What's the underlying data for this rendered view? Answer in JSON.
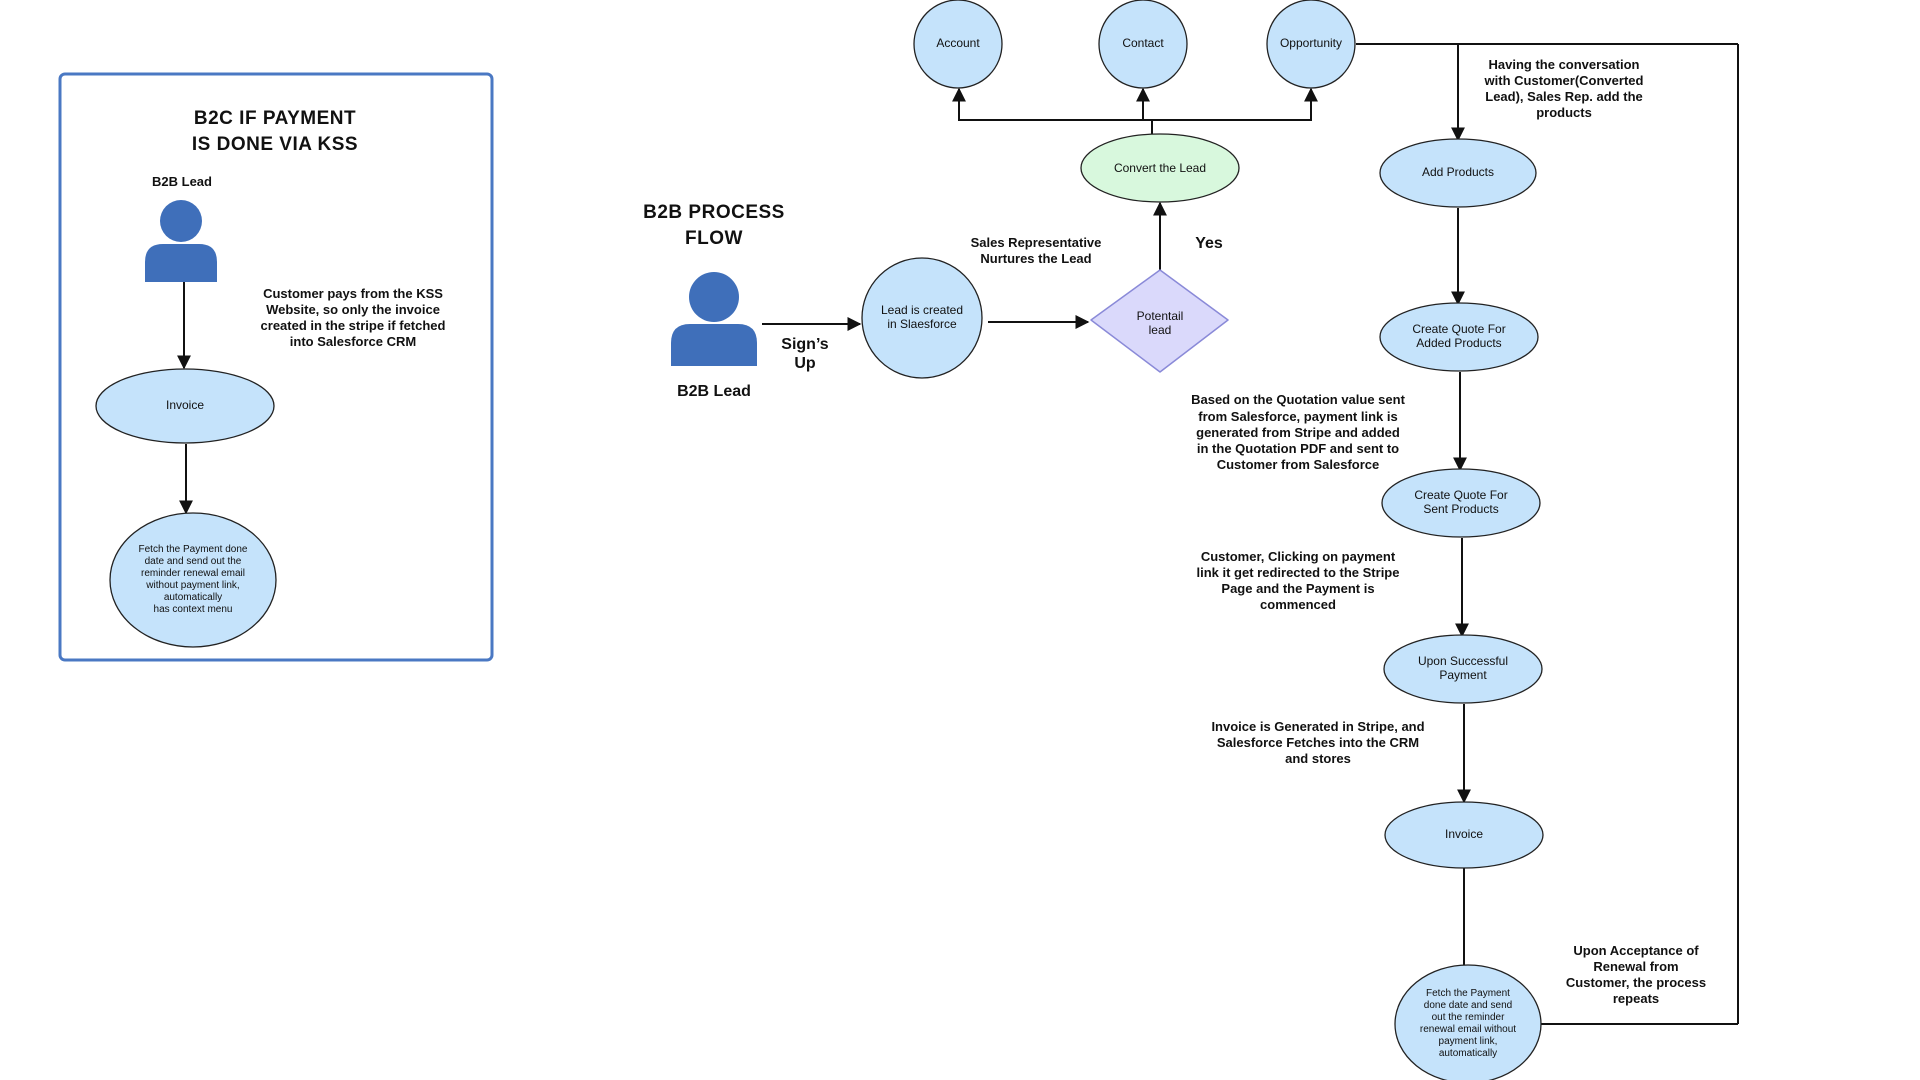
{
  "colors": {
    "node_fill": "#c5e3fb",
    "node_stroke": "#222222",
    "convert_fill": "#d8f8dd",
    "decision_fill": "#dad9fb",
    "decision_stroke": "#8a8ad8",
    "panel_border": "#4a78c3",
    "person_icon": "#3f6fba",
    "line": "#111111"
  },
  "b2c": {
    "title": "B2C IF PAYMENT\nIS DONE VIA KSS",
    "lead_label": "B2B Lead",
    "note": "Customer pays from the KSS\nWebsite, so only the invoice\ncreated in the stripe if fetched\ninto Salesforce CRM",
    "invoice": "Invoice",
    "fetch": "Fetch the Payment done\ndate and send out the\nreminder renewal email\nwithout payment link,\nautomatically\nhas context menu"
  },
  "b2b": {
    "title": "B2B PROCESS\nFLOW",
    "lead_label": "B2B Lead",
    "signup": "Sign’s\nUp",
    "lead_created": "Lead is created\nin Slaesforce",
    "nurture_note": "Sales Representative\nNurtures the Lead",
    "potential": "Potentail\nlead",
    "yes": "Yes",
    "convert": "Convert the Lead",
    "account": "Account",
    "contact": "Contact",
    "opportunity": "Opportunity",
    "conversation_note": "Having the conversation\nwith Customer(Converted\nLead), Sales Rep. add the\nproducts",
    "add_products": "Add Products",
    "quote_added": "Create Quote For\nAdded Products",
    "quotation_note": "Based on the Quotation value sent\nfrom Salesforce, payment link is\ngenerated from Stripe and added\nin the Quotation PDF and sent to\nCustomer from Salesforce",
    "quote_sent": "Create Quote For\nSent Products",
    "payment_link_note": "Customer, Clicking on payment\nlink it get redirected to the Stripe\nPage and the Payment is\ncommenced",
    "successful_payment": "Upon Successful\nPayment",
    "invoice_note": "Invoice is Generated in Stripe, and\nSalesforce Fetches into the CRM\nand stores",
    "invoice": "Invoice",
    "fetch": "Fetch the Payment\ndone date and send\nout the reminder\nrenewal email without\npayment link,\nautomatically",
    "renewal_note": "Upon Acceptance of\nRenewal from\nCustomer, the process\nrepeats"
  }
}
